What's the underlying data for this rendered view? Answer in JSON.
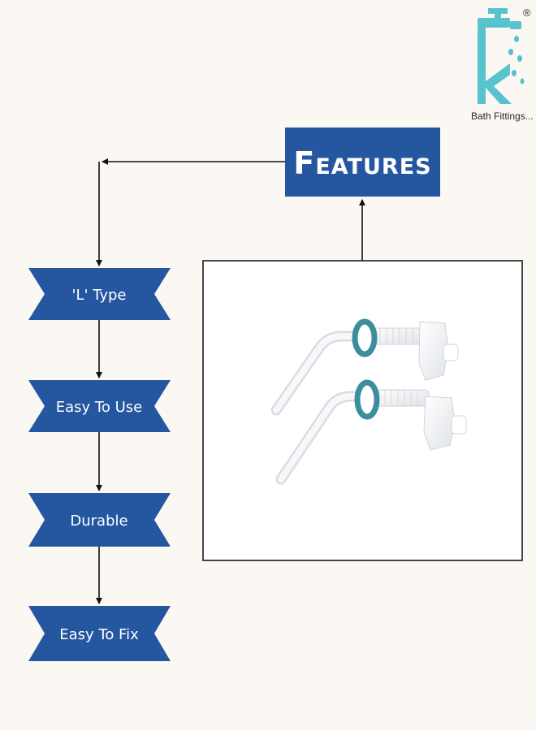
{
  "brand": {
    "logo_letter": "K",
    "registered_mark": "®",
    "tagline": "Bath Fittings..."
  },
  "title": "Features",
  "features": [
    "'L' Type",
    "Easy To Use",
    "Durable",
    "Easy To Fix"
  ],
  "colors": {
    "background": "#fbf8f4",
    "banner": "#2557a0",
    "logo": "#58c3cf",
    "frame": "#1a1a1a"
  },
  "product_image": {
    "icon": "toilet-seat-hinge-bolts-image"
  }
}
